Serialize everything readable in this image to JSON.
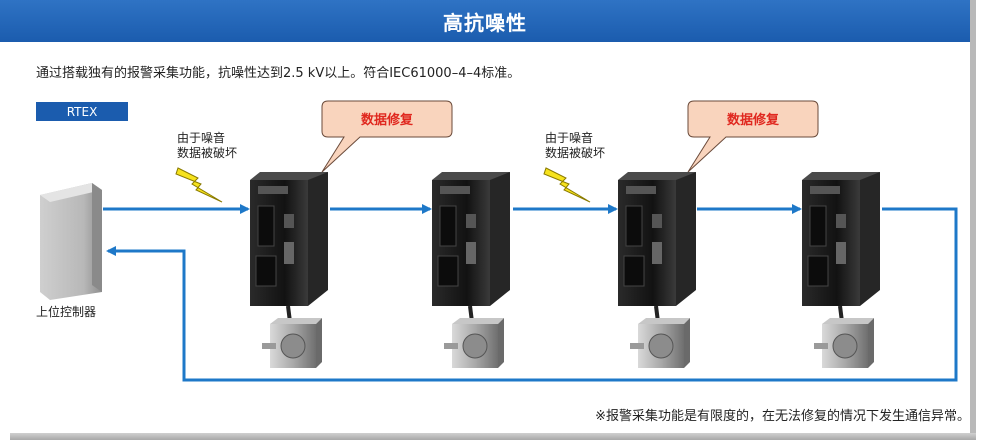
{
  "header": {
    "title": "高抗噪性"
  },
  "subtitle": "通过搭载独有的报警采集功能，抗噪性达到2.5 kV以上。符合IEC61000–4–4标准。",
  "tag": {
    "label": "RTEX"
  },
  "noise": {
    "left": {
      "line1": "由于噪音",
      "line2": "数据被破坏"
    },
    "right": {
      "line1": "由于噪音",
      "line2": "数据被破坏"
    }
  },
  "callouts": {
    "left": "数据修复",
    "right": "数据修复"
  },
  "host": {
    "label": "上位控制器"
  },
  "footnote": "※报警采集功能是有限度的，在无法修复的情况下发生通信异常。",
  "colors": {
    "header": "#1b5cae",
    "arrow": "#1e78c8",
    "callout_fill": "#f9d4bd",
    "callout_text": "#e0281f",
    "bolt": "#f6e21c"
  },
  "icons": [
    "lightning-bolt-icon",
    "servo-driver-icon",
    "servo-motor-icon",
    "host-controller-icon"
  ]
}
